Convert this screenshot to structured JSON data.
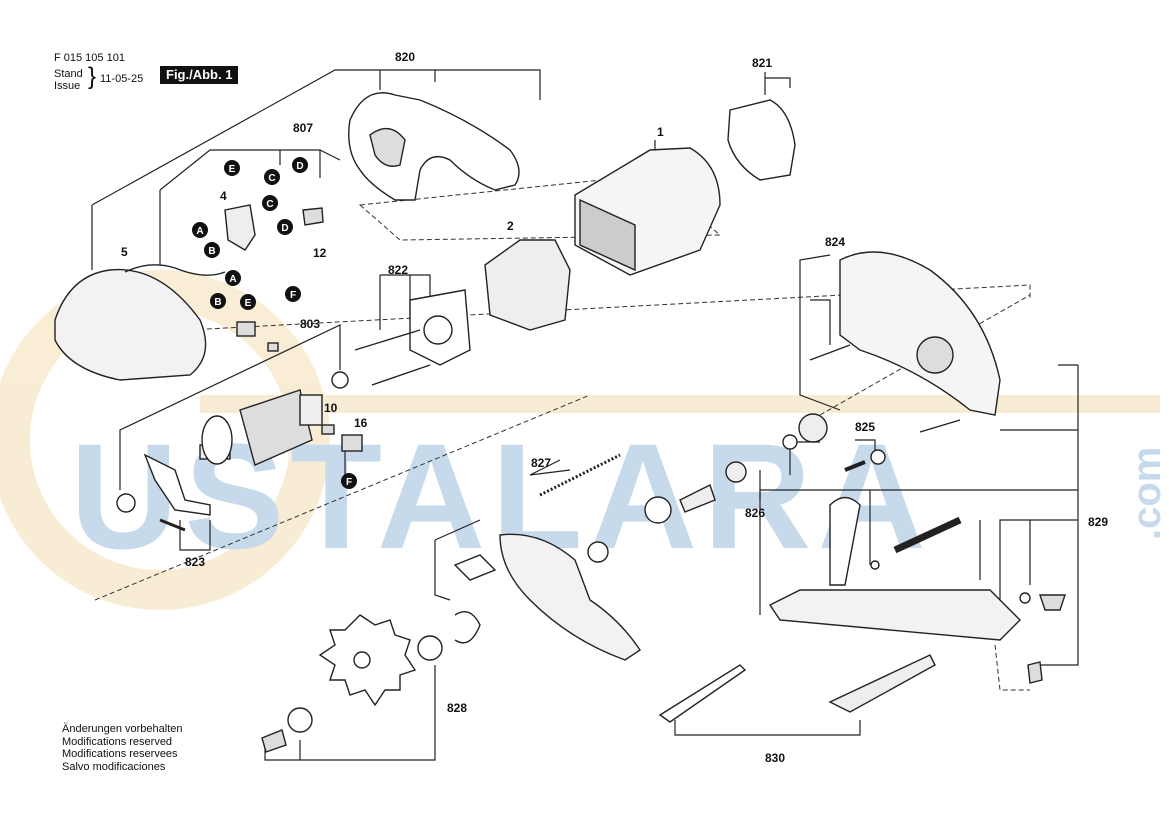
{
  "header": {
    "doc_number": "F 015 105 101",
    "stand_label": "Stand",
    "issue_label": "Issue",
    "date": "11-05-25",
    "figure_label": "Fig./Abb. 1"
  },
  "notes": [
    "Änderungen vorbehalten",
    "Modifications reserved",
    "Modifications reservees",
    "Salvo modificaciones"
  ],
  "watermark": {
    "text": "USTALARA",
    "suffix": ".com",
    "color": "#9bbcdc",
    "ring_color": "#f4dfb2"
  },
  "callouts": {
    "n820": "820",
    "n821": "821",
    "n807": "807",
    "n1": "1",
    "n2": "2",
    "n4": "4",
    "n5": "5",
    "n12": "12",
    "n822": "822",
    "n803": "803",
    "n824": "824",
    "n10": "10",
    "n16": "16",
    "n827": "827",
    "n825": "825",
    "n826": "826",
    "n829": "829",
    "n823": "823",
    "n828": "828",
    "n830": "830"
  },
  "connectors": {
    "E": "E",
    "D": "D",
    "C": "C",
    "A": "A",
    "B": "B",
    "F": "F"
  }
}
